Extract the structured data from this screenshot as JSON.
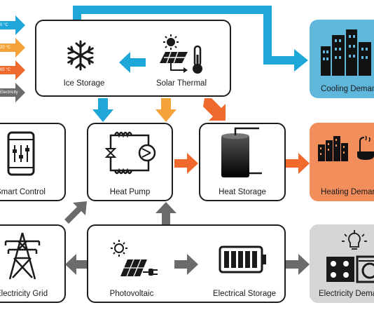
{
  "legend": [
    {
      "label": "0 °C",
      "color": "#1ea7d8"
    },
    {
      "label": "20 °C",
      "color": "#f4a33a"
    },
    {
      "label": "65 °C",
      "color": "#ef6a2c"
    },
    {
      "label": "Electricity",
      "color": "#6b6b6b"
    }
  ],
  "nodes": {
    "ice_storage": "Ice Storage",
    "solar_thermal": "Solar Thermal",
    "smart_control": "Smart Control",
    "heat_pump": "Heat Pump",
    "heat_storage": "Heat Storage",
    "electricity_grid": "Electricity Grid",
    "photovoltaic": "Photovoltaic",
    "electrical_storage": "Electrical Storage"
  },
  "demands": {
    "cooling": "Cooling Demand",
    "heating": "Heating Demand",
    "electricity": "Electricity Demand"
  },
  "colors": {
    "cold": "#1ea7d8",
    "warm": "#f4a33a",
    "hot": "#ef6a2c",
    "electric": "#6b6b6b",
    "cooling_bg": "#5fb8dc",
    "heating_bg": "#f28e5c",
    "electricity_bg": "#d6d6d6"
  }
}
